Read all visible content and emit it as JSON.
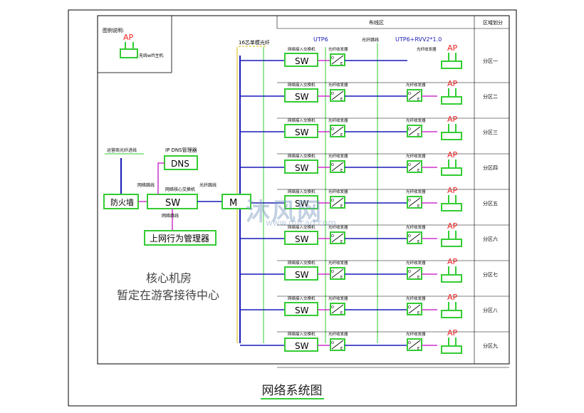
{
  "legend": {
    "title": "图例说明:",
    "ap_label": "AP",
    "ap_desc": "无线wifi主机"
  },
  "header": {
    "wiring_zone": "布线区",
    "region_col": "区域划分",
    "utp_label": "UTP6",
    "utp_rvv_label": "UTP6+RVV2*1.0",
    "fiber_jumper_top": "光纤跳线",
    "fiber_16": "16芯单模光纤"
  },
  "core": {
    "isp_label": "运营商光纤进线",
    "firewall": "防火墙",
    "ipdns_label": "IP DNS管理器",
    "dns": "DNS",
    "net_jumper_upper": "网络跳线",
    "core_switch_label": "网络核心交换机",
    "fiber_jumper_mid": "光纤跳线",
    "sw": "SW",
    "mc": "M",
    "net_jumper_lower": "网络跳线",
    "behavior": "上网行为管理器",
    "room_line1": "核心机房",
    "room_line2": "暂定在游客接待中心"
  },
  "row_common": {
    "access_switch": "网络接入交换机",
    "transceiver": "光纤收发器",
    "sw": "SW",
    "ap": "AP",
    "conv_o": "O",
    "conv_e": "E"
  },
  "zones": [
    "分区一",
    "分区二",
    "分区三",
    "分区四",
    "分区五",
    "分区六",
    "分区七",
    "分区八",
    "分区九"
  ],
  "footer": {
    "title": "网络系统图"
  },
  "watermark": {
    "brand": "沐风网",
    "url": "www.mfcad.com"
  },
  "colors": {
    "green": "#33cc33",
    "blue": "#1a1ab8",
    "magenta": "#cc33cc",
    "yellow": "#d9b800",
    "frame": "#000000"
  }
}
